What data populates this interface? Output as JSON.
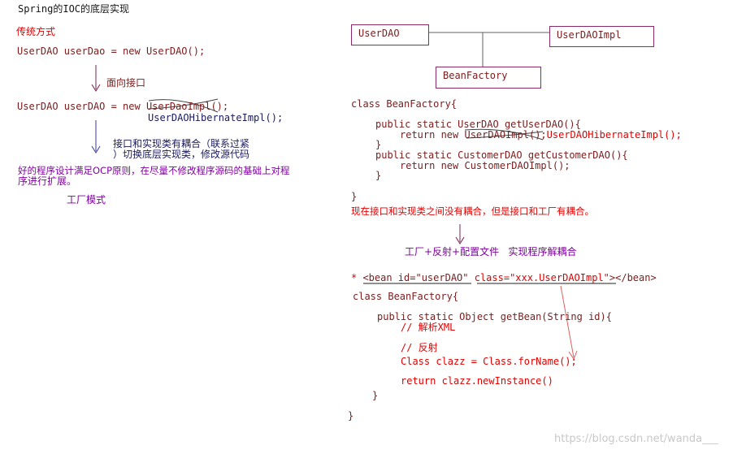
{
  "left": {
    "page_title": "Spring的IOC的底层实现",
    "traditional_heading": "传统方式",
    "code_line1": "UserDAO userDao = new UserDAO();",
    "arrow_label1": "面向接口",
    "code_line2_prefix": "UserDAO userDAO = new ",
    "code_line2_struck": "UserDaoImpl",
    "code_line2_suffix": "();",
    "code_line3": "UserDAOHibernateImpl();",
    "arrow_label2_line1": "接口和实现类有耦合（联系过紧",
    "arrow_label2_line2": "）切换底层实现类，修改源代码",
    "ocp_line1": "好的程序设计满足OCP原则，在尽量不修改程序源码的基础上对程",
    "ocp_line2": "序进行扩展。",
    "factory_pattern": "工厂模式"
  },
  "uml": {
    "box1": "UserDAO",
    "box2": "UserDAOImpl",
    "box3": "BeanFactory"
  },
  "factory_code": {
    "line1": "class BeanFactory{",
    "line2": "public static UserDAO getUserDAO(){",
    "line3_prefix": "return new ",
    "line3_struck": "UserDAOImpl",
    "line3_mid": "();",
    "line3_red": "UserDAOHibernateImpl();",
    "line4": "}",
    "line5": "public static CustomerDAO getCustomerDAO(){",
    "line6": "return new CustomerDAOImpl();",
    "line7": "}",
    "line8": "}"
  },
  "coupling_note": "现在接口和实现类之间没有耦合，但是接口和工厂有耦合。",
  "solution_note": "工厂+反射+配置文件   实现程序解耦合",
  "bean_xml": {
    "prefix": "* ",
    "part1": "<bean id=\"userDAO\" ",
    "part2": "class=\"xxx.UserDAOImpl\"",
    "part3": "></bean>"
  },
  "factory2_code": {
    "line1": "class BeanFactory{",
    "line2": "public static Object getBean(String id){",
    "line3": "// 解析XML",
    "line4": "// 反射",
    "line5": "Class clazz = Class.forName();",
    "line6": "return clazz.newInstance()",
    "line7": "}",
    "line8": "}"
  },
  "watermark": "https://blog.csdn.net/wanda___"
}
